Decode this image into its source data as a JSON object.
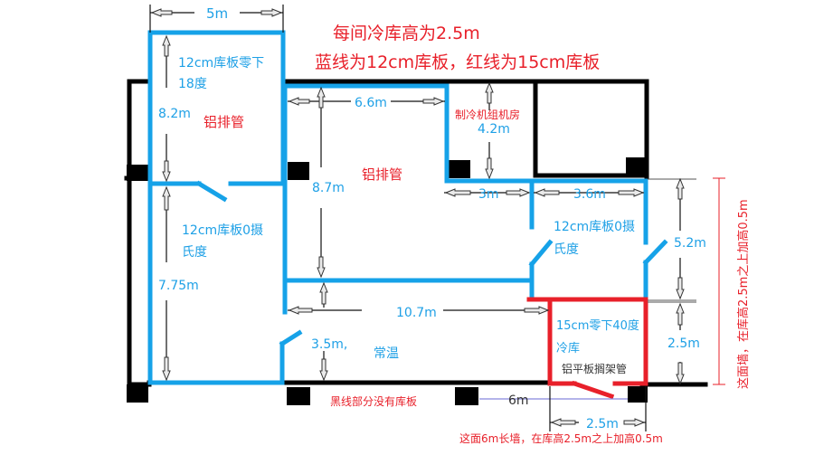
{
  "header": {
    "height_note": "每间冷库高为2.5m",
    "legend_note": "蓝线为12cm库板，红线为15cm库板"
  },
  "rooms": {
    "freezer_18": {
      "line1": "12cm库板零下",
      "line2": "18度",
      "pipe": "铝排管"
    },
    "main_room": {
      "pipe": "铝排管"
    },
    "machine_room": {
      "label": "制冷机组机房"
    },
    "chill_left": {
      "line1": "12cm库板0摄",
      "line2": "氏度"
    },
    "chill_right": {
      "line1": "12cm库板0摄",
      "line2": "氏度"
    },
    "ambient": {
      "label": "常温"
    },
    "deep_freezer": {
      "line1": "15cm零下40度",
      "line2": "冷库",
      "shelf": "铝平板搁架管"
    }
  },
  "dimensions": {
    "top_width": "5m",
    "freezer_height": "8.2m",
    "main_width": "6.6m",
    "main_height": "8.7m",
    "machine_height": "4.2m",
    "w_3m": "3m",
    "w_3_6m": "3.6m",
    "left_height": "7.75m",
    "corridor_width": "10.7m",
    "corridor_height": "3.5m,",
    "right_height": "5.2m",
    "deep_height": "2.5m",
    "deep_width": "2.5m",
    "bottom_wall": "6m"
  },
  "notes": {
    "black_line": "黑线部分没有库板",
    "bottom_wall_note": "这面6m长墙，在库高2.5m之上加高0.5m",
    "side_wall_note": "这面墙，在库高2.5m之上加高0.5m"
  },
  "colors": {
    "blue_panel": "#16a2e8",
    "red_panel": "#e8202a",
    "existing_wall": "#000000"
  }
}
